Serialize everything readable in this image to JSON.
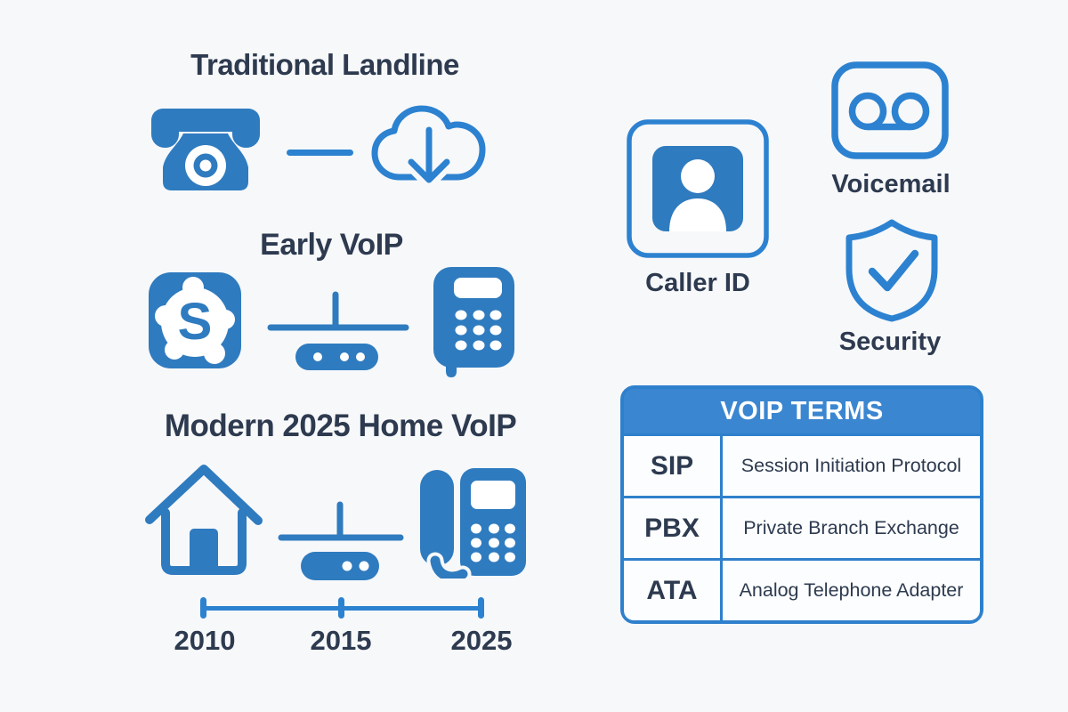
{
  "colors": {
    "background": "#F7F8FA",
    "icon_fill_blue": "#2F7BBF",
    "icon_stroke_blue": "#2C82D0",
    "table_border_blue": "#2F80CC",
    "table_header_blue": "#3A86D0",
    "heading_navy": "#2D3A4F",
    "cell_background": "#FCFDFE"
  },
  "sections": {
    "traditional": {
      "title": "Traditional Landline",
      "icons": [
        "rotary-phone-icon",
        "connector-dash",
        "cloud-download-icon"
      ]
    },
    "early": {
      "title": "Early VoIP",
      "icons": [
        "skype-icon",
        "wifi-router-icon",
        "voip-handset-icon"
      ]
    },
    "modern": {
      "title": "Modern 2025 Home VoIP",
      "icons": [
        "house-icon",
        "wifi-router-icon",
        "desk-phone-icon"
      ]
    }
  },
  "skype": {
    "letter": "S"
  },
  "timeline": {
    "years": [
      "2010",
      "2015",
      "2025"
    ]
  },
  "features": [
    {
      "label": "Caller ID",
      "icon": "caller-id-icon"
    },
    {
      "label": "Voicemail",
      "icon": "voicemail-icon"
    },
    {
      "label": "Security",
      "icon": "security-shield-icon"
    }
  ],
  "terms_table": {
    "title": "VOIP TERMS",
    "rows": [
      {
        "term": "SIP",
        "definition": "Session Initiation Protocol"
      },
      {
        "term": "PBX",
        "definition": "Private Branch Exchange"
      },
      {
        "term": "ATA",
        "definition": "Analog Telephone Adapter"
      }
    ]
  }
}
